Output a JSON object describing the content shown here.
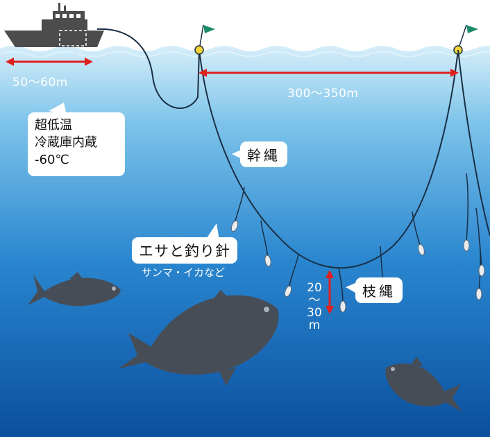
{
  "colors": {
    "sea_top": "#cfe9f7",
    "sea_bottom": "#0a4f9e",
    "wave": "#ffffff",
    "line": "#1a2f45",
    "fish": "#474d57",
    "ship": "#4c4c4c",
    "arrow": "#e0201e",
    "float": "#f2d43a",
    "flag": "#1a8a6a"
  },
  "labels": {
    "ship_distance": "50～60m",
    "float_distance": "300～350m",
    "depth_top": "20",
    "depth_tilde": "～",
    "depth_bottom": "30",
    "depth_unit": "m"
  },
  "freezer_callout": {
    "lines": [
      "超低温",
      "冷蔵庫内蔵",
      "-60℃"
    ]
  },
  "main_line_label": "幹縄",
  "branch_line_label": "枝縄",
  "bait_label": "エサと釣り針",
  "bait_examples": "サンマ・イカなど"
}
